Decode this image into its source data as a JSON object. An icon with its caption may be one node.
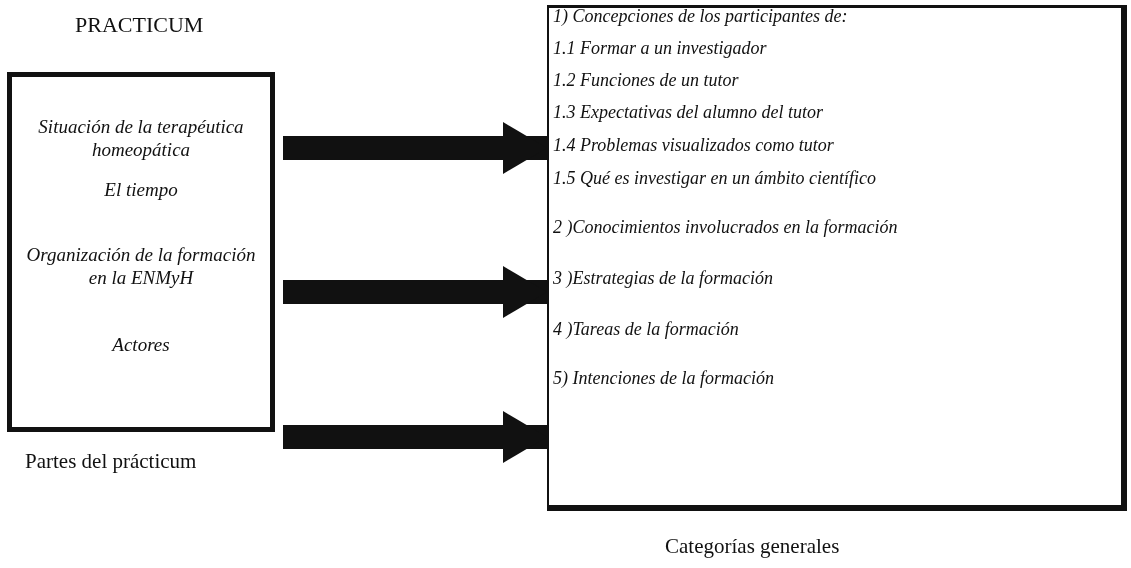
{
  "diagram": {
    "nodes": [
      {
        "text": [
          "PRACTICUM",
          "Situación de la terapéutica homeopática",
          "El tiempo",
          "Organización de la formación en la ENMyH",
          "Actores"
        ],
        "beside": [
          "Partes del prácticum"
        ]
      },
      {
        "text": [
          "1) Concepciones de los participantes de:",
          "1.1  Formar a un investigador",
          "1.2  Funciones de un tutor",
          "1.3  Expectativas del alumno del tutor",
          "1.4  Problemas visualizados como tutor",
          "1.5  Qué es investigar en un ámbito científico",
          "2 )Conocimientos involucrados en la formación",
          "3 )Estrategias de la formación",
          "4 )Tareas de la formación",
          "5) Intenciones de la formación"
        ],
        "beside": [
          "Categorías generales"
        ]
      }
    ],
    "edges": [
      {
        "from": 0,
        "to": 1,
        "arrow": "to"
      },
      {
        "from": 0,
        "to": 1,
        "arrow": "to"
      },
      {
        "from": 0,
        "to": 1,
        "arrow": "to"
      }
    ]
  }
}
